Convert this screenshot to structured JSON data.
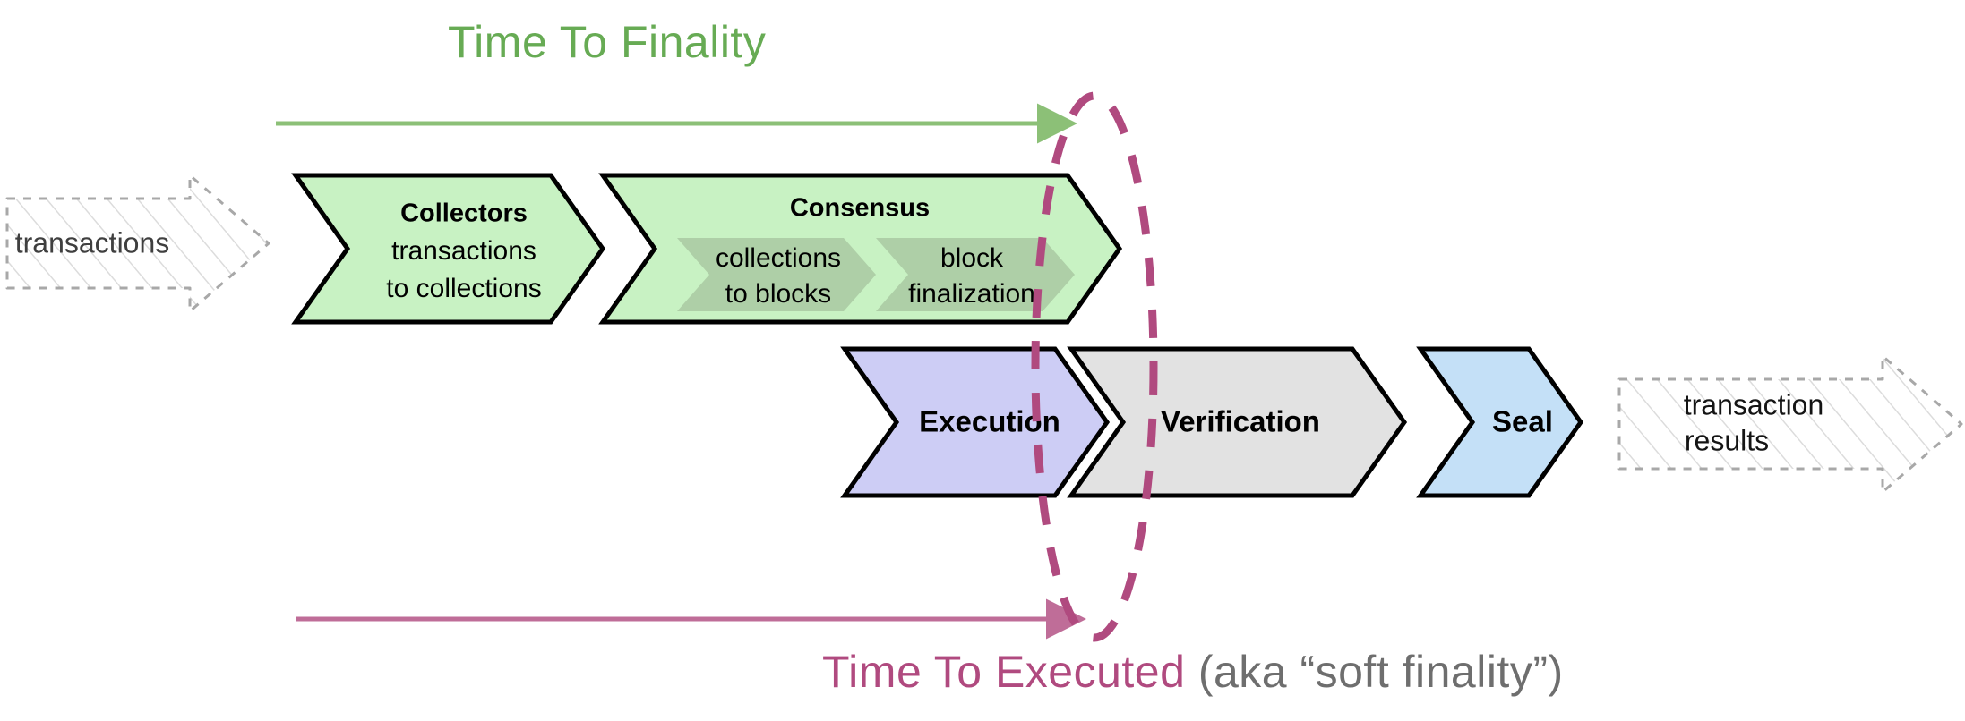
{
  "diagram": {
    "title_top": "Time To Finality",
    "title_bottom_strong": "Time To Executed",
    "title_bottom_soft": " (aka “soft finality”)",
    "colors": {
      "green_accent": "#67ab54",
      "pink_accent": "#b04a7f",
      "pink_arrow": "#bf6d98",
      "green_fill": "#c8f2c3",
      "green_inner_fill": "#aecfa7",
      "lavender_fill": "#cdcdf5",
      "gray_fill": "#e2e2e2",
      "blue_fill": "#c4e0f7",
      "stroke": "#000000",
      "ghost_stroke": "#9a9a9a",
      "ghost_hatch": "#d8d8d8"
    },
    "input_arrow": {
      "label": "transactions"
    },
    "output_arrow": {
      "label_line1": "transaction",
      "label_line2": "results"
    },
    "top_row": [
      {
        "id": "collectors",
        "title": "Collectors",
        "sub_line1": "transactions",
        "sub_line2": "to collections",
        "fill": "#c8f2c3"
      },
      {
        "id": "consensus",
        "title": "Consensus",
        "fill": "#c8f2c3",
        "inner": [
          {
            "id": "collections-to-blocks",
            "line1": "collections",
            "line2": "to blocks"
          },
          {
            "id": "block-finalization",
            "line1": "block",
            "line2": "finalization"
          }
        ]
      }
    ],
    "bottom_row": [
      {
        "id": "execution",
        "title": "Execution",
        "fill": "#cdcdf5"
      },
      {
        "id": "verification",
        "title": "Verification",
        "fill": "#e2e2e2"
      },
      {
        "id": "seal",
        "title": "Seal",
        "fill": "#c4e0f7"
      }
    ],
    "annotations": {
      "finality_arrow": "time-to-finality-arrow",
      "executed_arrow": "time-to-executed-arrow",
      "finality_ellipse": "finality-boundary-ellipse"
    }
  }
}
